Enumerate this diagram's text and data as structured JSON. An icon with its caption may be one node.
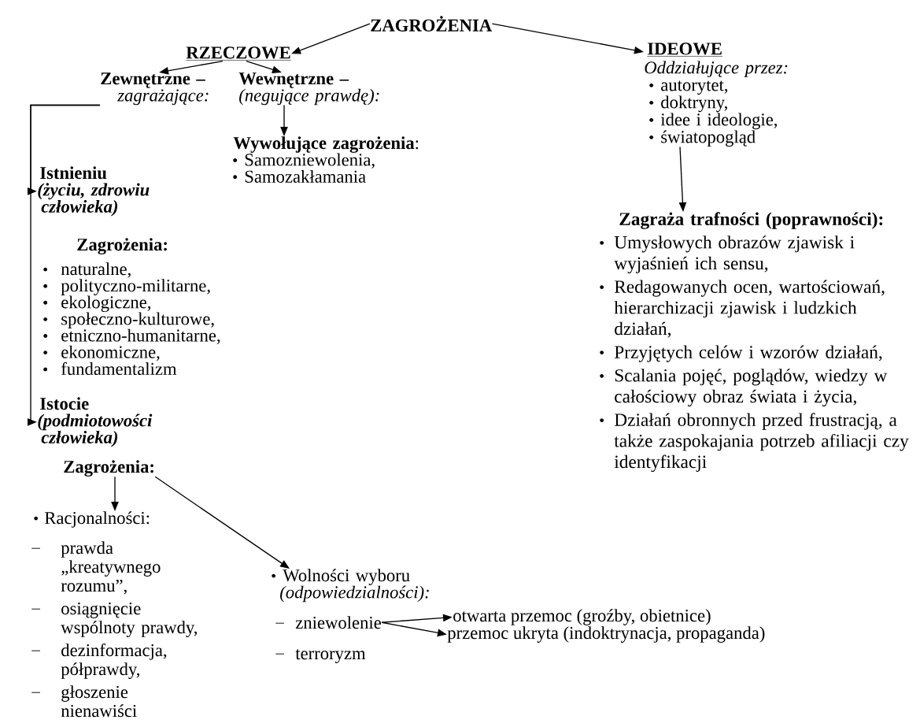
{
  "diagram": {
    "nodes": [
      {
        "text": [
          "ZAGROŻENIA"
        ]
      },
      {
        "text": [
          "RZECZOWE"
        ]
      },
      {
        "text": [
          "IDEOWE",
          "Oddziałujące przez:",
          "autorytet,",
          "doktryny,",
          "idee i ideologie,",
          "światopogląd"
        ]
      },
      {
        "text": [
          "Zewnętrzne –",
          "zagrażające:"
        ]
      },
      {
        "text": [
          "Wewnętrzne –",
          "(negujące prawdę):"
        ]
      },
      {
        "text": [
          "**Wywołujące zagrożenia**:",
          "Samozniewolenia,",
          "Samozakłamania"
        ]
      },
      {
        "text": [
          "Istnieniu",
          "(życiu, zdrowiu człowieka)"
        ]
      },
      {
        "text": [
          "Istocie",
          "(podmiotowości człowieka)"
        ]
      },
      {
        "text": [
          "Zagrożenia:"
        ]
      },
      {
        "text": [
          "Racjonalności:",
          "prawda „kreatywnego rozumu”,",
          "osiągnięcie wspólnoty prawdy,",
          "dezinformacja, półprawdy,",
          "głoszenie nienawiści"
        ]
      },
      {
        "text": [
          "Wolności wyboru",
          "(odpowiedzialności):"
        ]
      },
      {
        "text": [
          "zniewolenie"
        ]
      },
      {
        "text": [
          "otwarta przemoc (groźby, obietnice)"
        ]
      },
      {
        "text": [
          "przemoc ukryta (indoktrynacja, propaganda)"
        ]
      },
      {
        "text": [
          "Zagraża trafności (poprawności):",
          "Umysłowych obrazów zjawisk i wyjaśnień ich sensu,",
          "Redagowanych ocen, wartościowań, hierarchizacji zjawisk i ludzkich działań,",
          "Przyjętych celów i wzorów działań,",
          "Scalania pojęć, poglądów, wiedzy w całościowy obraz świata i życia,",
          "Działań obronnych przed frustracją, a także zaspokajania potrzeb afiliacji czy identyfikacji"
        ]
      }
    ],
    "edges": [
      {
        "from": 0,
        "to": 1,
        "arrow": "to"
      },
      {
        "from": 0,
        "to": 2,
        "arrow": "to"
      },
      {
        "from": 1,
        "to": 3,
        "arrow": "to"
      },
      {
        "from": 1,
        "to": 4,
        "arrow": "to"
      },
      {
        "from": 4,
        "to": 5,
        "arrow": "to"
      },
      {
        "from": 3,
        "to": 6,
        "arrow": "to"
      },
      {
        "from": 3,
        "to": 7,
        "arrow": "to"
      },
      {
        "from": 8,
        "to": 9,
        "arrow": "to"
      },
      {
        "from": 8,
        "to": 10,
        "arrow": "to"
      },
      {
        "from": 11,
        "to": 12,
        "arrow": "to"
      },
      {
        "from": 11,
        "to": 13,
        "arrow": "to"
      },
      {
        "from": 2,
        "to": 14,
        "arrow": "to"
      }
    ],
    "labels": [
      "Zagrożenia:",
      "naturalne,",
      "polityczno-militarne,",
      "ekologiczne,",
      "społeczno-kulturowe,",
      "etniczno-humanitarne,",
      "ekonomiczne,",
      "fundamentalizm",
      "terroryzm"
    ]
  }
}
